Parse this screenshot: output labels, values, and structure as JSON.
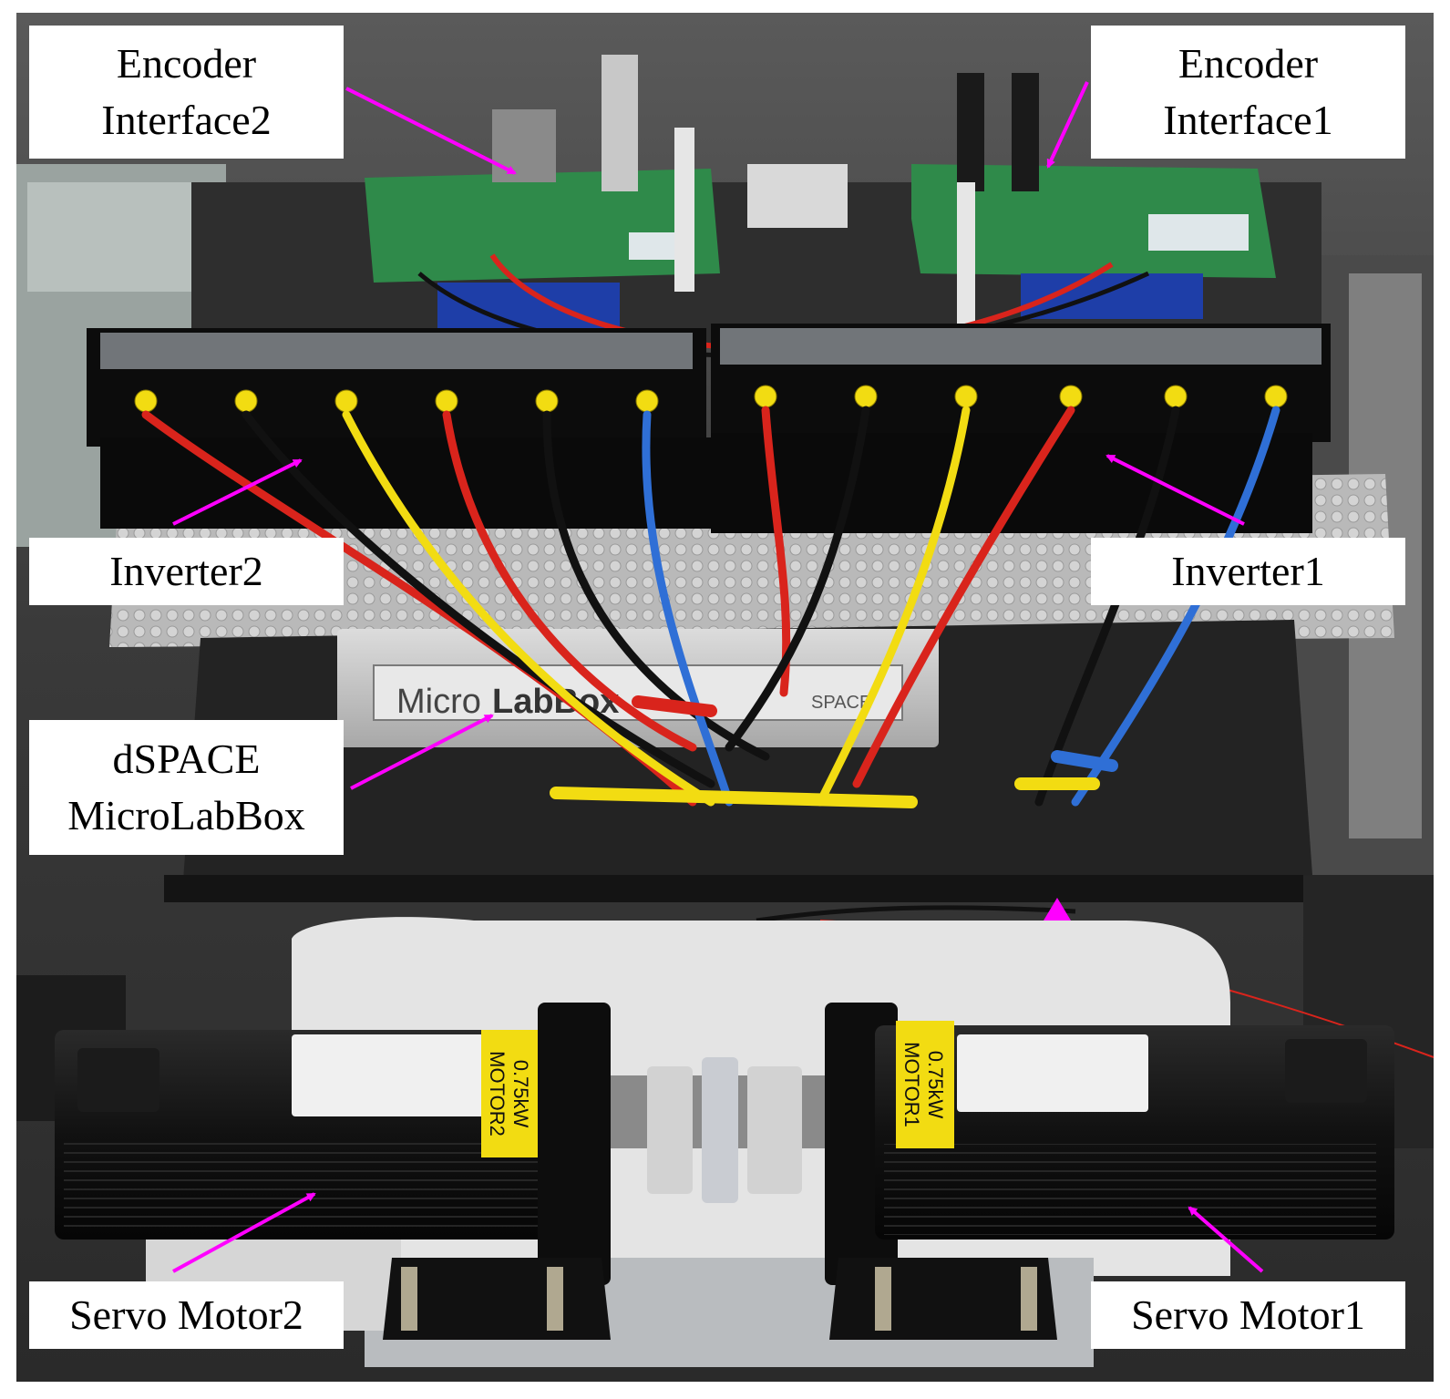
{
  "labels": {
    "encoder_interface2": {
      "line1": "Encoder",
      "line2": "Interface2"
    },
    "encoder_interface1": {
      "line1": "Encoder",
      "line2": "Interface1"
    },
    "inverter2": "Inverter2",
    "inverter1": "Inverter1",
    "dspace": {
      "line1": "dSPACE",
      "line2": "MicroLabBox"
    },
    "servo_motor2": "Servo Motor2",
    "servo_motor1": "Servo Motor1"
  },
  "device_markings": {
    "microlabbox_brand_regular": "Micro",
    "microlabbox_brand_bold": "LabBox",
    "microlabbox_maker": "SPACE",
    "motor2_tag_line1": "0.75kW",
    "motor2_tag_line2": "MOTOR2",
    "motor1_tag_line1": "0.75kW",
    "motor1_tag_line2": "MOTOR1"
  },
  "colors": {
    "arrow": "#ff00ff",
    "wire_red": "#d9241c",
    "wire_yellow": "#f2dc12",
    "wire_blue": "#2f6fd6",
    "wire_black": "#111111",
    "pcb_green": "#2f8a4a"
  }
}
